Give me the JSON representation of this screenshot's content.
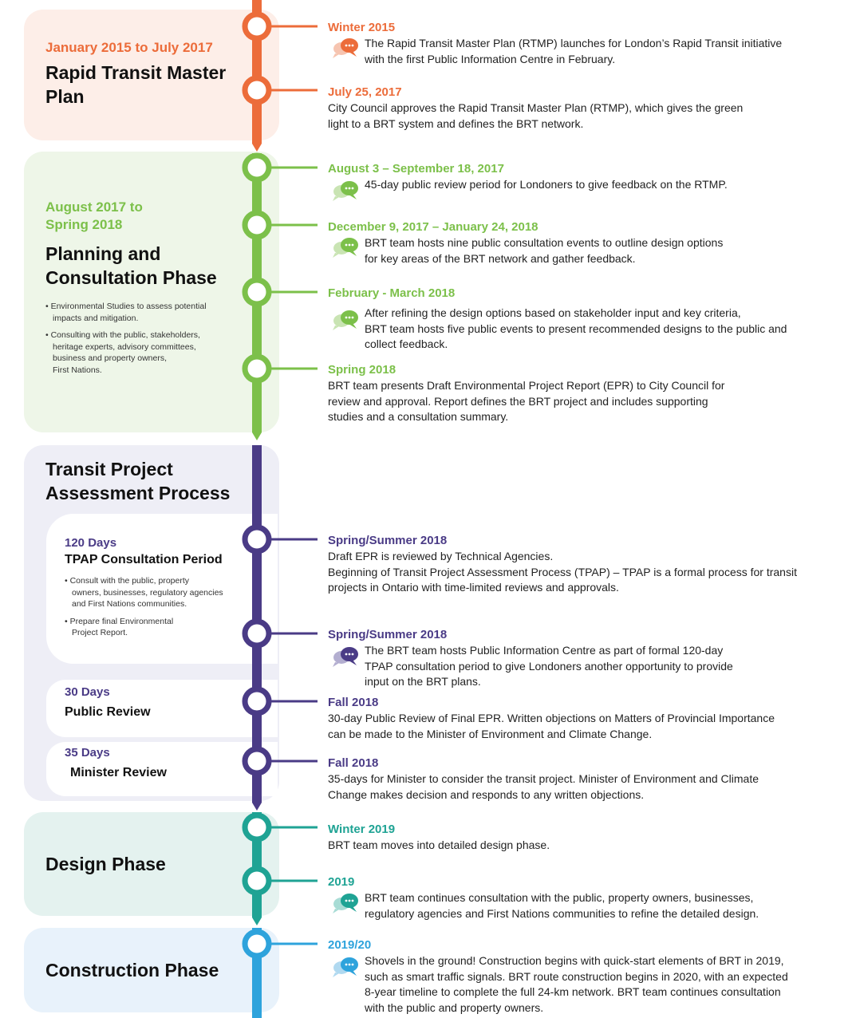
{
  "colors": {
    "orange": "#ec6c3a",
    "green": "#7cc04a",
    "purple": "#4a3b86",
    "teal": "#1fa394",
    "blue": "#2ea3dc"
  },
  "phases": {
    "rtmp": {
      "dates": "January 2015 to July 2017",
      "title_line1": "Rapid Transit Master",
      "title_line2": "Plan"
    },
    "planning": {
      "dates_line1": "August 2017 to",
      "dates_line2": "Spring 2018",
      "title_line1": "Planning and",
      "title_line2": "Consultation Phase",
      "bullets": [
        [
          "Environmental Studies to assess potential",
          "impacts and mitigation."
        ],
        [
          "Consulting with the public, stakeholders,",
          "heritage experts, advisory committees,",
          "business and property owners,",
          "First Nations."
        ]
      ]
    },
    "tpap": {
      "title_line1": "Transit Project",
      "title_line2": "Assessment Process",
      "consult": {
        "days": "120 Days",
        "title": "TPAP Consultation Period",
        "bullets": [
          [
            "Consult with the public, property",
            "owners, businesses, regulatory agencies",
            "and First Nations communities."
          ],
          [
            "Prepare final Environmental",
            "Project Report."
          ]
        ]
      },
      "public_review": {
        "days": "30 Days",
        "title": "Public Review"
      },
      "minister_review": {
        "days": "35 Days",
        "title": "Minister Review"
      }
    },
    "design": {
      "title": "Design Phase"
    },
    "construction": {
      "title": "Construction Phase"
    }
  },
  "events": [
    {
      "date": "Winter 2015",
      "lines": [
        "The Rapid Transit Master Plan (RTMP) launches for London’s Rapid Transit initiative",
        "with the first Public Information Centre in February."
      ]
    },
    {
      "date": "July 25, 2017",
      "lines": [
        "City Council approves the Rapid Transit Master Plan (RTMP), which gives the green",
        "light to a BRT system and defines the BRT network."
      ]
    },
    {
      "date": "August 3 – September 18, 2017",
      "lines": [
        "45-day public review period for Londoners to give feedback on the RTMP."
      ]
    },
    {
      "date": "December 9, 2017 – January 24, 2018",
      "lines": [
        "BRT team hosts nine public consultation events to outline design options",
        "for key areas of the BRT network and gather feedback."
      ]
    },
    {
      "date": "February - March 2018",
      "lines": [
        "After refining the design options based on stakeholder input and key criteria,",
        "BRT team hosts five public events to present recommended designs to the public and",
        "collect feedback."
      ]
    },
    {
      "date": "Spring 2018",
      "lines": [
        "BRT team presents Draft Environmental Project Report (EPR) to City Council for",
        "review and approval. Report defines the BRT project and includes supporting",
        "studies and a consultation summary."
      ]
    },
    {
      "date": "Spring/Summer 2018",
      "lines": [
        "Draft EPR is reviewed by Technical Agencies.",
        "Beginning of Transit Project Assessment Process (TPAP) – TPAP is a formal process for transit",
        "projects in Ontario with time-limited reviews and approvals."
      ]
    },
    {
      "date": "Spring/Summer 2018",
      "lines": [
        "The BRT team hosts Public Information Centre as part of formal 120-day",
        "TPAP consultation period to give Londoners another opportunity to provide",
        "input on the BRT plans."
      ]
    },
    {
      "date": "Fall 2018",
      "lines": [
        "30-day Public Review of Final EPR. Written objections on Matters of Provincial Importance",
        "can be made to the Minister of Environment and Climate Change."
      ]
    },
    {
      "date": "Fall 2018",
      "lines": [
        "35-days for Minister to consider the transit project. Minister of Environment and Climate",
        "Change makes decision and responds to any written objections."
      ]
    },
    {
      "date": "Winter 2019",
      "lines": [
        "BRT team moves into detailed design phase."
      ]
    },
    {
      "date": "2019",
      "lines": [
        "BRT team continues consultation with the public, property owners, businesses,",
        "regulatory agencies and First Nations communities to refine the detailed design."
      ]
    },
    {
      "date": "2019/20",
      "lines": [
        "Shovels in the ground! Construction begins with quick-start elements of BRT in 2019,",
        "such as smart traffic signals. BRT route construction begins in 2020, with an expected",
        "8-year timeline to complete the full 24-km network. BRT team continues consultation",
        "with the public and property owners."
      ]
    }
  ]
}
